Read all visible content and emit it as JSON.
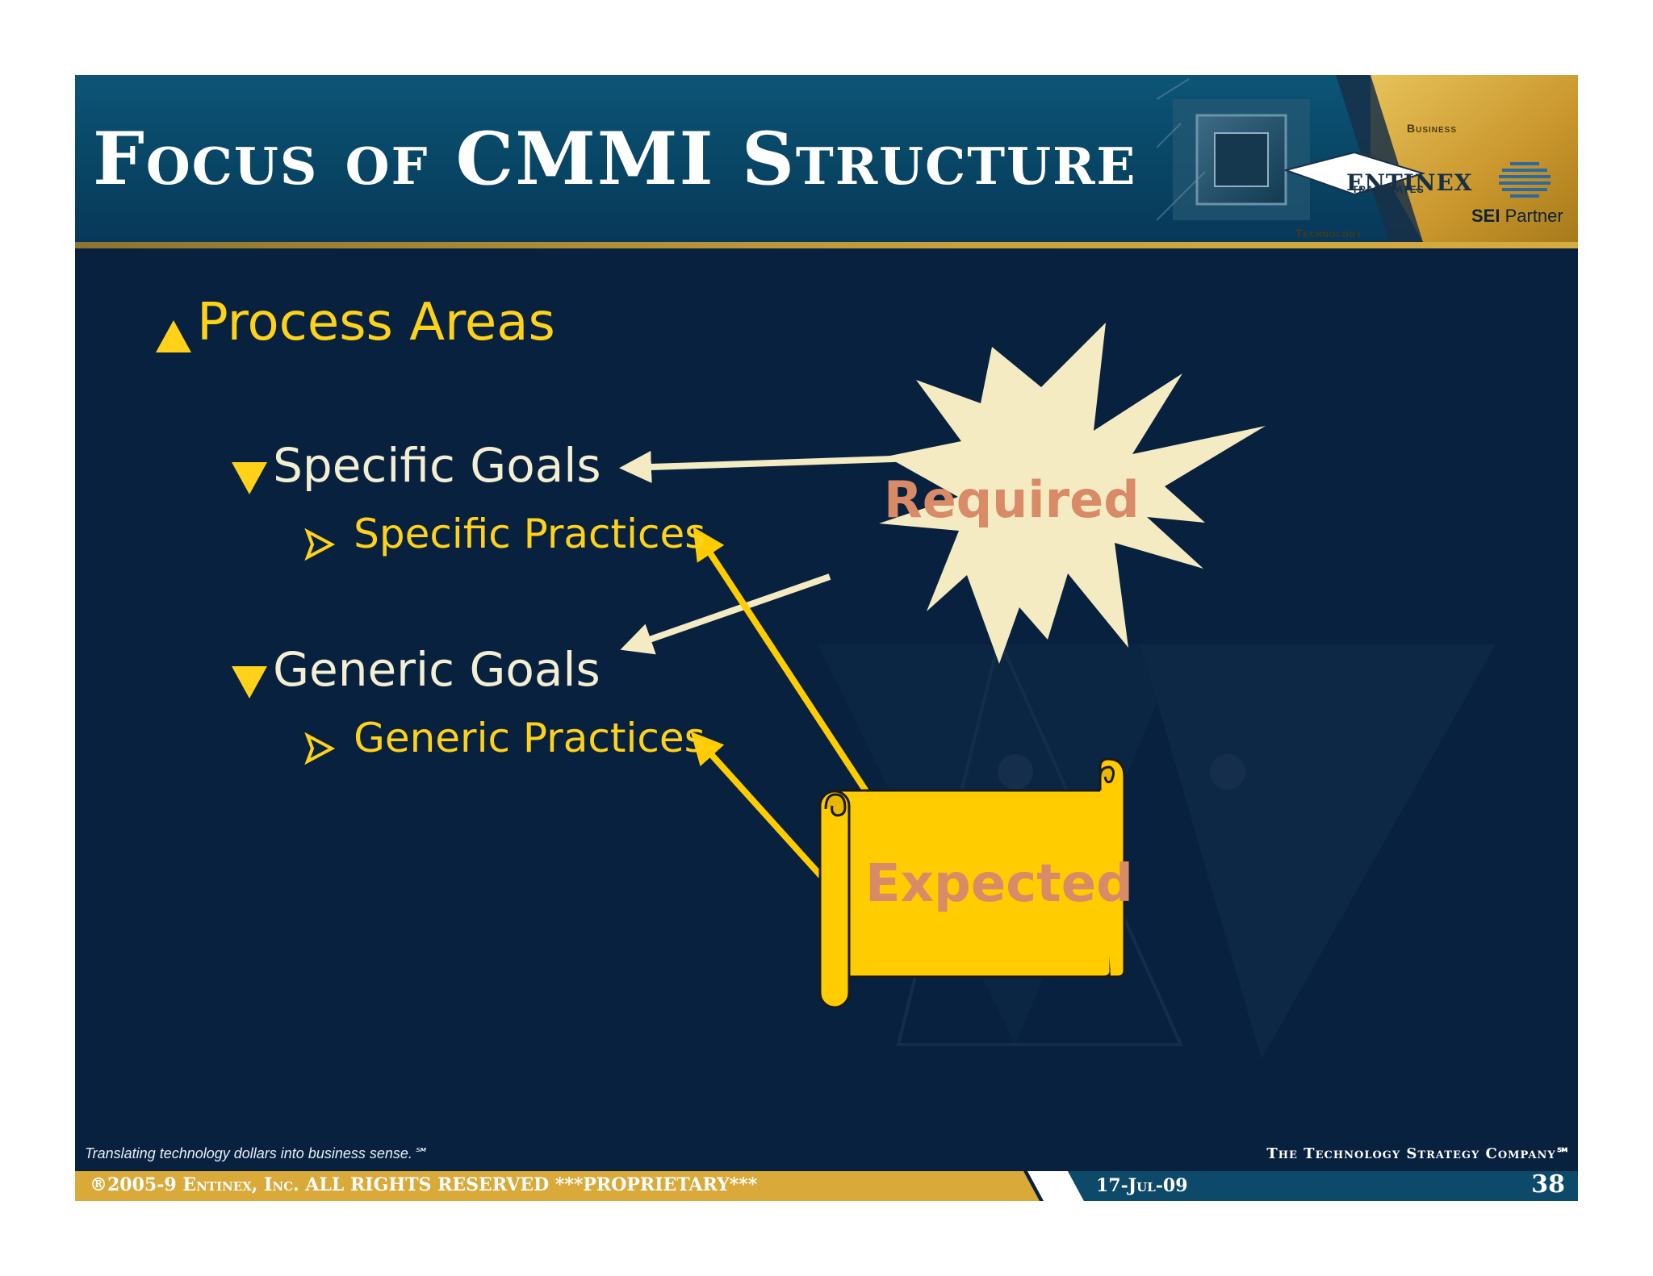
{
  "slide": {
    "title": "Focus of CMMI Structure",
    "logo": {
      "top_word": "Business",
      "brand": "ENTINEX",
      "brand_sub": "TRANSLATES",
      "bottom_word": "Technology",
      "partner_bold": "SEI",
      "partner_rest": " Partner"
    }
  },
  "content": {
    "process_areas": "Process Areas",
    "specific_goals": "Specific Goals",
    "specific_practices": "Specific Practices",
    "generic_goals": "Generic Goals",
    "generic_practices": "Generic Practices"
  },
  "callouts": {
    "required": "Required",
    "expected": "Expected"
  },
  "footer": {
    "tagline": "Translating technology dollars into business sense.℠",
    "company": "The Technology Strategy Company℠",
    "copyright": "®2005-9 Entinex, Inc. ALL RIGHTS RESERVED  ***PROPRIETARY***",
    "date": "17-Jul-09",
    "page": "38"
  },
  "colors": {
    "slide_background": "#07213f",
    "header_blue": "#084564",
    "gold": "#ffd21a",
    "starburst": "#f4ebc3",
    "scroll": "#ffcc00",
    "label_salmon": "#d98a66"
  },
  "icons": {
    "process_marker": "triangle-up-icon",
    "goal_marker": "triangle-down-icon",
    "practice_marker": "arrowhead-right-icon"
  }
}
